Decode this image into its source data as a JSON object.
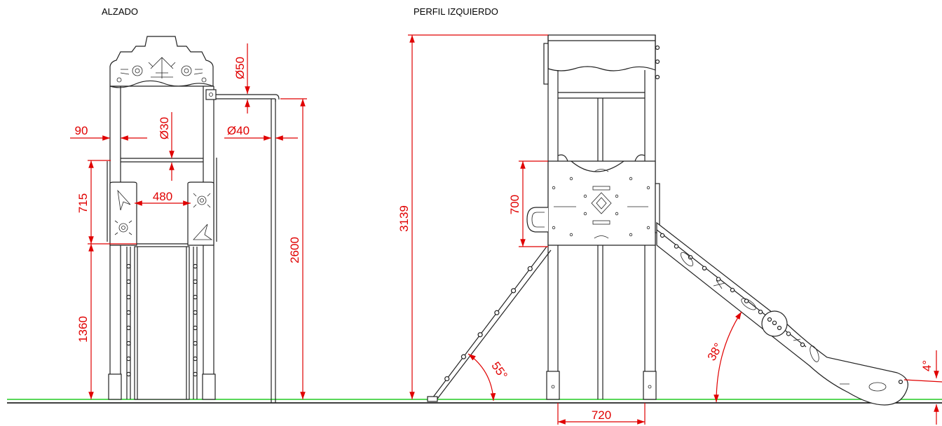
{
  "views": {
    "front": {
      "title": "ALZADO"
    },
    "side": {
      "title": "PERFIL IZQUIERDO"
    }
  },
  "dimensions": {
    "d50": "Ø50",
    "d30": "Ø30",
    "d40": "Ø40",
    "w90": "90",
    "w480": "480",
    "h715": "715",
    "h1360": "1360",
    "h2600": "2600",
    "h3139": "3139",
    "h700": "700",
    "w720": "720",
    "a55": "55°",
    "a38": "38°",
    "a4": "4°"
  },
  "colors": {
    "dimension": "#e00000",
    "ground": "#22cc22",
    "structure": "#222222"
  }
}
